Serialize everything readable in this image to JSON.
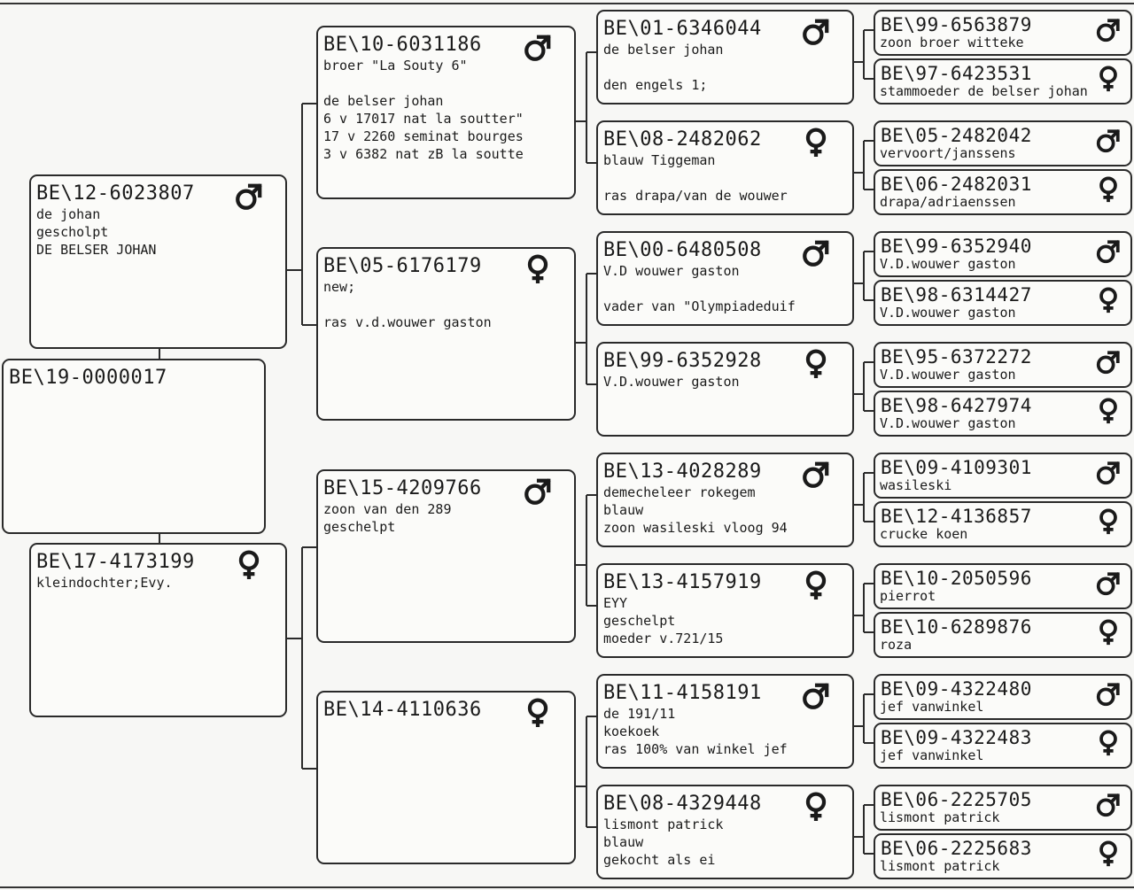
{
  "subject": {
    "ring": "BE\\19-0000017",
    "gender": "",
    "notes": []
  },
  "sire": {
    "ring": "BE\\12-6023807",
    "gender": "male",
    "notes": [
      "de johan",
      "gescholpt",
      "DE BELSER JOHAN"
    ],
    "sire": {
      "ring": "BE\\10-6031186",
      "gender": "male",
      "notes": [
        "broer \"La Souty 6\"",
        "",
        "de belser johan",
        "6 v 17017 nat la soutter\"",
        "17 v 2260 seminat bourges",
        "3 v 6382 nat zB la soutte"
      ],
      "sire": {
        "ring": "BE\\01-6346044",
        "gender": "male",
        "notes": [
          "de belser johan",
          "",
          "den engels 1;"
        ],
        "sire": {
          "ring": "BE\\99-6563879",
          "gender": "male",
          "notes": [
            "zoon broer witteke"
          ]
        },
        "dam": {
          "ring": "BE\\97-6423531",
          "gender": "female",
          "notes": [
            "stammoeder de belser johan"
          ]
        }
      },
      "dam": {
        "ring": "BE\\08-2482062",
        "gender": "female",
        "notes": [
          "blauw Tiggeman",
          "",
          "ras drapa/van de wouwer"
        ],
        "sire": {
          "ring": "BE\\05-2482042",
          "gender": "male",
          "notes": [
            "vervoort/janssens"
          ]
        },
        "dam": {
          "ring": "BE\\06-2482031",
          "gender": "female",
          "notes": [
            "drapa/adriaenssen"
          ]
        }
      }
    },
    "dam": {
      "ring": "BE\\05-6176179",
      "gender": "female",
      "notes": [
        "new;",
        "",
        "ras v.d.wouwer gaston"
      ],
      "sire": {
        "ring": "BE\\00-6480508",
        "gender": "male",
        "notes": [
          "V.D wouwer gaston",
          "",
          "vader van \"Olympiadeduif"
        ],
        "sire": {
          "ring": "BE\\99-6352940",
          "gender": "male",
          "notes": [
            "V.D.wouwer gaston"
          ]
        },
        "dam": {
          "ring": "BE\\98-6314427",
          "gender": "female",
          "notes": [
            "V.D.wouwer gaston"
          ]
        }
      },
      "dam": {
        "ring": "BE\\99-6352928",
        "gender": "female",
        "notes": [
          "V.D.wouwer gaston"
        ],
        "sire": {
          "ring": "BE\\95-6372272",
          "gender": "male",
          "notes": [
            "V.D.wouwer gaston"
          ]
        },
        "dam": {
          "ring": "BE\\98-6427974",
          "gender": "female",
          "notes": [
            "V.D.wouwer gaston"
          ]
        }
      }
    }
  },
  "dam": {
    "ring": "BE\\17-4173199",
    "gender": "female",
    "notes": [
      "kleindochter;Evy."
    ],
    "sire": {
      "ring": "BE\\15-4209766",
      "gender": "male",
      "notes": [
        "zoon van den 289",
        "geschelpt"
      ],
      "sire": {
        "ring": "BE\\13-4028289",
        "gender": "male",
        "notes": [
          "demecheleer rokegem",
          "blauw",
          "zoon wasileski vloog 94"
        ],
        "sire": {
          "ring": "BE\\09-4109301",
          "gender": "male",
          "notes": [
            "wasileski"
          ]
        },
        "dam": {
          "ring": "BE\\12-4136857",
          "gender": "female",
          "notes": [
            "crucke koen"
          ]
        }
      },
      "dam": {
        "ring": "BE\\13-4157919",
        "gender": "female",
        "notes": [
          "EYY",
          "geschelpt",
          "moeder v.721/15"
        ],
        "sire": {
          "ring": "BE\\10-2050596",
          "gender": "male",
          "notes": [
            "pierrot"
          ]
        },
        "dam": {
          "ring": "BE\\10-6289876",
          "gender": "female",
          "notes": [
            "roza"
          ]
        }
      }
    },
    "dam": {
      "ring": "BE\\14-4110636",
      "gender": "female",
      "notes": [],
      "sire": {
        "ring": "BE\\11-4158191",
        "gender": "male",
        "notes": [
          "de 191/11",
          "koekoek",
          "ras 100% van winkel jef"
        ],
        "sire": {
          "ring": "BE\\09-4322480",
          "gender": "male",
          "notes": [
            "jef vanwinkel"
          ]
        },
        "dam": {
          "ring": "BE\\09-4322483",
          "gender": "female",
          "notes": [
            "jef vanwinkel"
          ]
        }
      },
      "dam": {
        "ring": "BE\\08-4329448",
        "gender": "female",
        "notes": [
          "lismont patrick",
          "blauw",
          "gekocht als ei"
        ],
        "sire": {
          "ring": "BE\\06-2225705",
          "gender": "male",
          "notes": [
            "lismont patrick"
          ]
        },
        "dam": {
          "ring": "BE\\06-2225683",
          "gender": "female",
          "notes": [
            "lismont patrick"
          ]
        }
      }
    }
  }
}
